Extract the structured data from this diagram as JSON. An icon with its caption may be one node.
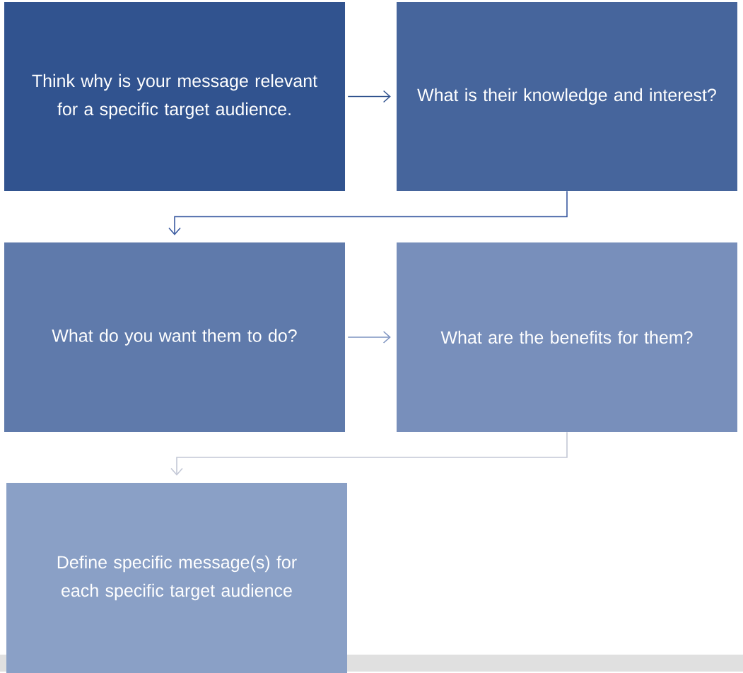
{
  "diagram": {
    "nodes": [
      {
        "text": [
          "Think why is your message relevant for a specific target audience."
        ]
      },
      {
        "text": [
          "What is their knowledge and interest?"
        ]
      },
      {
        "text": [
          "What do you want them to do?"
        ]
      },
      {
        "text": [
          "What are the benefits for them?"
        ]
      },
      {
        "text": [
          "Define specific message(s) for each specific target audience"
        ]
      }
    ],
    "edges": [
      {
        "from": 0,
        "to": 1,
        "arrow": "to",
        "color": "#31538f"
      },
      {
        "from": 1,
        "to": 2,
        "arrow": "to",
        "color": "#3a5aa0"
      },
      {
        "from": 2,
        "to": 3,
        "arrow": "to",
        "color": "#7d93c0"
      },
      {
        "from": 3,
        "to": 4,
        "arrow": "to",
        "color": "#c3c8d6"
      }
    ]
  }
}
